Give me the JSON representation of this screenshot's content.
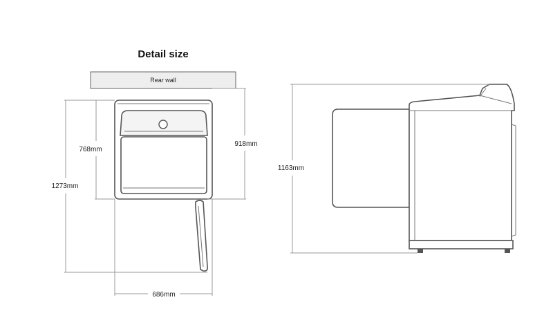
{
  "title": "Detail size",
  "rear_wall_label": "Rear wall",
  "dimensions": {
    "width": "686mm",
    "depth_body": "768mm",
    "depth_total": "1273mm",
    "depth_door_open": "918mm",
    "height": "1163mm"
  }
}
